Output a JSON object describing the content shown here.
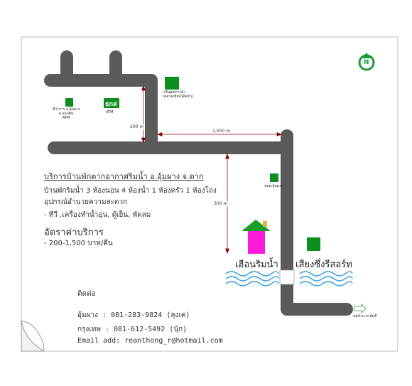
{
  "compass": {
    "letter": "N",
    "icon": "compass-north-icon"
  },
  "landmarks": {
    "atm1": "ที่ว่าการ อ.อุ้มผาง\nธ.ออมสิน\nATM",
    "atm2_logo": "ธกส",
    "atm2": "ATM",
    "market": "เจริญผลการค้า\n(ตลาดเขียนได้ครับ)",
    "police": "ขนส.อุ้มผาง",
    "end": "หมู่บ้าน สามัคคี"
  },
  "distances": {
    "d200": "200 m",
    "d1500": "1,500 m",
    "d300": "300 m"
  },
  "resorts": {
    "main": "เฮือนริมน้ำ",
    "other": "เสียงซึ่งรีสอร์ท"
  },
  "info": {
    "title": "บริการบ้านพักตากอากาศริมน้ำ อ.อุ้มผาง จ.ตาก",
    "line1": "บ้านพักริมน้ำ 3 ห้องนอน 4 ห้องน้ำ 1 ห้องครัว 1 ห้องโถง",
    "line2": "อุปกรณ์อำนวยความสะดวก",
    "line3": "- ทีวี ,เครื่องทำน้ำอุ่น, ตู้เย็น, พัดลม",
    "rate_title": "อัตราค่าบริการ",
    "rate": "- 200-1,500 บาท/คืน"
  },
  "contact": {
    "title": "ติดต่อ",
    "umphang": "อุ้มผาง :   081-283-9824 (ลุงเค)",
    "bangkok": "กรุงเทพ : 081-612-5492 (นุ้ก)",
    "email": "Email add: reanthong_r@hotmail.com"
  },
  "colors": {
    "road": "#5a5a5a",
    "marker": "#0c8f1e",
    "house": "#ff1ad9",
    "roof": "#1a9e2a",
    "water": "#44a6e8",
    "compass": "#1e9a34"
  }
}
